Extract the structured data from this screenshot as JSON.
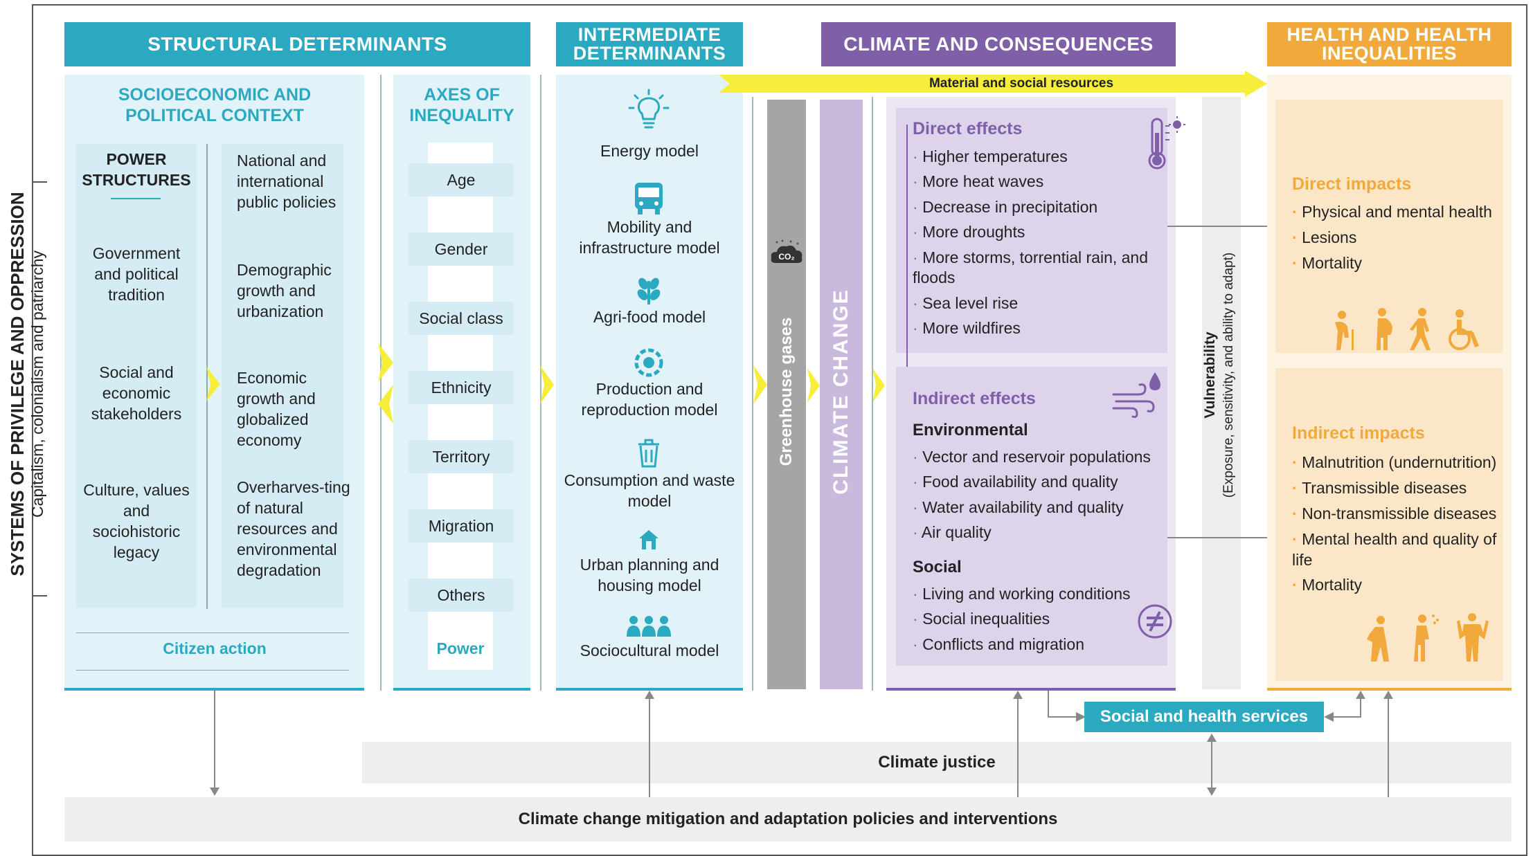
{
  "side_title": "SYSTEMS OF PRIVILEGE AND OPPRESSION",
  "side_subtitle": "Capitalism, colonialism and patriarchy",
  "headers": {
    "structural": "STRUCTURAL DETERMINANTS",
    "intermediate": "INTERMEDIATE DETERMINANTS",
    "climate": "CLIMATE AND CONSEQUENCES",
    "health": "HEALTH AND HEALTH INEQUALITIES"
  },
  "structural": {
    "context_title": "SOCIOECONOMIC AND POLITICAL CONTEXT",
    "power_title": "POWER STRUCTURES",
    "power_items": [
      "Government and political tradition",
      "Social and economic stakeholders",
      "Culture, values and sociohistoric legacy"
    ],
    "context_items": [
      "National and international public policies",
      "Demographic growth and urbanization",
      "Economic growth and globalized economy",
      "Overharves-ting of natural resources and environmental degradation"
    ],
    "citizen_action": "Citizen action",
    "axes_title": "AXES OF INEQUALITY",
    "axes_items": [
      "Age",
      "Gender",
      "Social class",
      "Ethnicity",
      "Territory",
      "Migration",
      "Others"
    ],
    "power_footer": "Power"
  },
  "intermediate": {
    "models": [
      {
        "icon": "lightbulb-icon",
        "label": "Energy model"
      },
      {
        "icon": "bus-icon",
        "label": "Mobility and infrastructure model"
      },
      {
        "icon": "wheat-icon",
        "label": "Agri-food model"
      },
      {
        "icon": "recycle-gear-icon",
        "label": "Production and reproduction model"
      },
      {
        "icon": "trash-bin-icon",
        "label": "Consumption and waste model"
      },
      {
        "icon": "house-icon",
        "label": "Urban planning and housing model"
      },
      {
        "icon": "people-group-icon",
        "label": "Sociocultural model"
      }
    ]
  },
  "climate": {
    "material_resources": "Material and social resources",
    "greenhouse": "Greenhouse gases",
    "co2": "CO₂",
    "climate_change": "CLIMATE CHANGE",
    "direct_title": "Direct effects",
    "direct_items": [
      "Higher temperatures",
      "More heat waves",
      "Decrease in precipitation",
      "More droughts",
      "More storms, torrential rain, and floods",
      "Sea level rise",
      "More wildfires"
    ],
    "indirect_title": "Indirect effects",
    "environmental_title": "Environmental",
    "environmental_items": [
      "Vector and reservoir populations",
      "Food availability and quality",
      "Water availability and quality",
      "Air quality"
    ],
    "social_title": "Social",
    "social_items": [
      "Living and working conditions",
      "Social inequalities",
      "Conflicts and migration"
    ],
    "vulnerability_title": "Vulnerability",
    "vulnerability_sub": "(Exposure, sensitivity, and ability to adapt)"
  },
  "health": {
    "direct_title": "Direct impacts",
    "direct_items": [
      "Physical and mental health",
      "Lesions",
      "Mortality"
    ],
    "indirect_title": "Indirect impacts",
    "indirect_items": [
      "Malnutrition (undernutrition)",
      "Transmissible diseases",
      "Non-transmissible diseases",
      "Mental health and quality of life",
      "Mortality"
    ]
  },
  "bottom": {
    "services": "Social and health services",
    "justice": "Climate justice",
    "policies": "Climate change mitigation and adaptation policies and interventions"
  },
  "colors": {
    "teal": "#2ba9c0",
    "purple": "#7e5fa8",
    "orange": "#f0a93a",
    "yellow": "#f6ee3a"
  }
}
